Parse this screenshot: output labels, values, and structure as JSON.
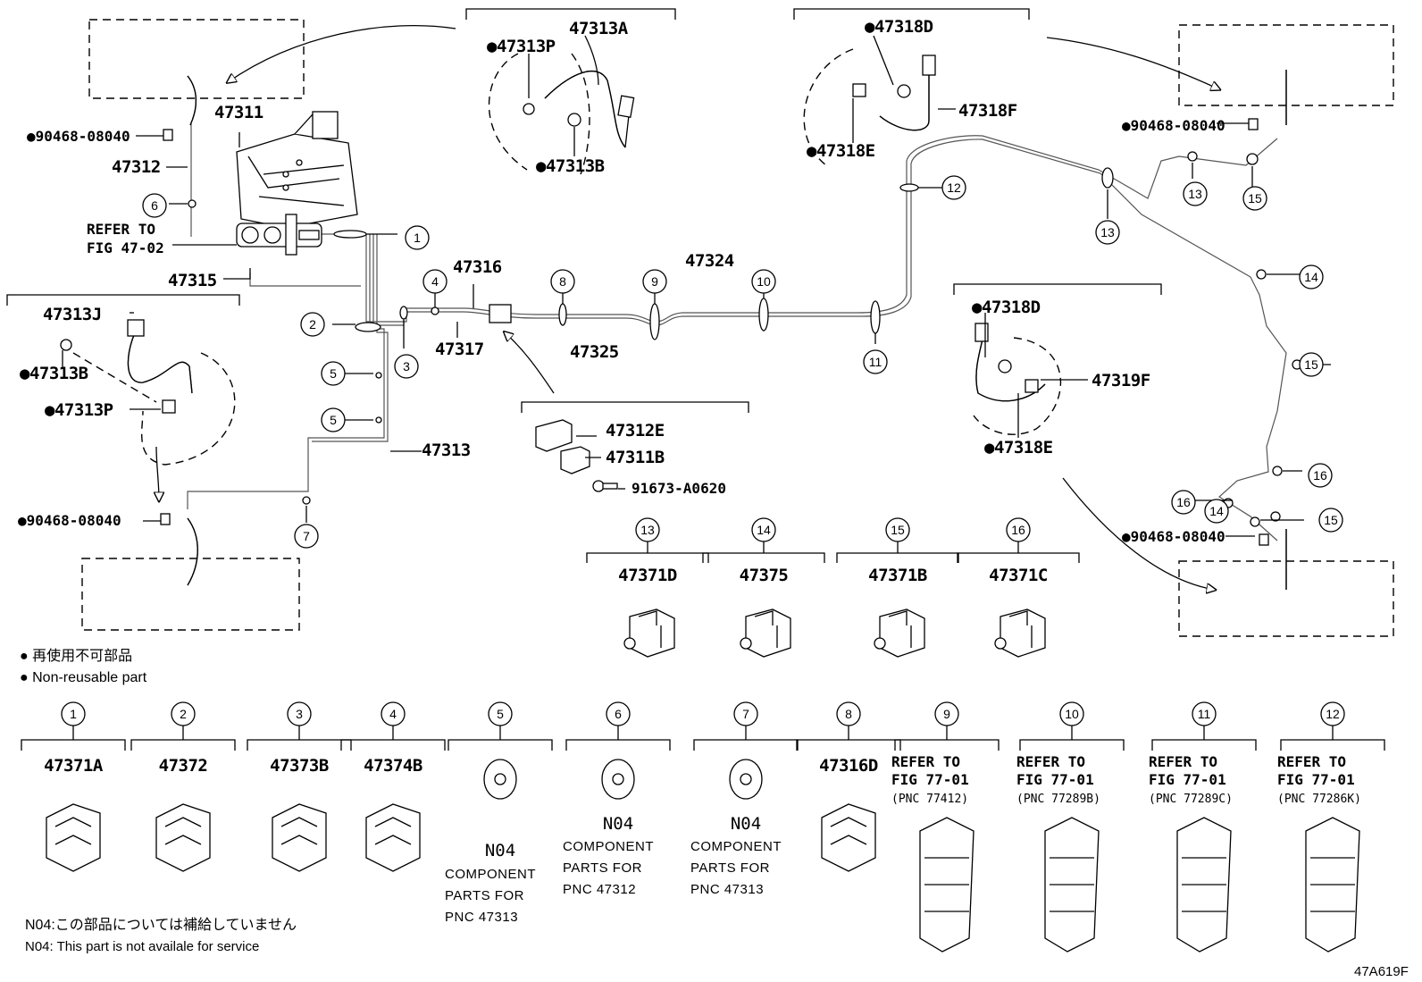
{
  "labels": {
    "p47313A": "47313A",
    "p47313P_top": "●47313P",
    "p47313B_top": "●47313B",
    "p47318D_top": "●47318D",
    "p47318F": "47318F",
    "p47318E_top": "●47318E",
    "p90468_a": "●90468-08040",
    "p90468_b": "●90468-08040",
    "p90468_c": "●90468-08040",
    "p90468_d": "●90468-08040",
    "p47311": "47311",
    "p47312": "47312",
    "refer_a": "REFER TO",
    "refer_b": "FIG 47-02",
    "p47315": "47315",
    "p47313J": "47313J",
    "p47313B_left": "●47313B",
    "p47313P_left": "●47313P",
    "p47316": "47316",
    "p47317": "47317",
    "p47324": "47324",
    "p47325": "47325",
    "p47313": "47313",
    "p47312E": "47312E",
    "p47311B": "47311B",
    "p91673": "91673-A0620",
    "p47318D_mid": "●47318D",
    "p47319F": "47319F",
    "p47318E_mid": "●47318E",
    "legend_jp": "● 再使用不可部品",
    "legend_en": "● Non-reusable part",
    "foot_jp": "N04:この部品については補給していません",
    "foot_en": "N04: This part is not availale for service",
    "figure_id": "47A619F"
  },
  "callouts": [
    "1",
    "2",
    "3",
    "4",
    "5",
    "5",
    "6",
    "7",
    "8",
    "9",
    "10",
    "11",
    "12",
    "13",
    "13",
    "14",
    "14",
    "15",
    "15",
    "15",
    "16",
    "16"
  ],
  "clip_row_top": [
    {
      "num": "13",
      "part": "47371D"
    },
    {
      "num": "14",
      "part": "47375"
    },
    {
      "num": "15",
      "part": "47371B"
    },
    {
      "num": "16",
      "part": "47371C"
    }
  ],
  "clip_row_bottom": [
    {
      "num": "1",
      "part": "47371A"
    },
    {
      "num": "2",
      "part": "47372"
    },
    {
      "num": "3",
      "part": "47373B"
    },
    {
      "num": "4",
      "part": "47374B"
    },
    {
      "num": "5",
      "n04": "N04",
      "lines": [
        "COMPONENT",
        "PARTS FOR",
        "PNC 47313"
      ]
    },
    {
      "num": "6",
      "n04": "N04",
      "lines": [
        "COMPONENT",
        "PARTS FOR",
        "PNC 47312"
      ]
    },
    {
      "num": "7",
      "n04": "N04",
      "lines": [
        "COMPONENT",
        "PARTS FOR",
        "PNC 47313"
      ]
    },
    {
      "num": "8",
      "part": "47316D"
    },
    {
      "num": "9",
      "lines": [
        "REFER TO",
        "FIG 77-01",
        "(PNC 77412)"
      ]
    },
    {
      "num": "10",
      "lines": [
        "REFER TO",
        "FIG 77-01",
        "(PNC 77289B)"
      ]
    },
    {
      "num": "11",
      "lines": [
        "REFER TO",
        "FIG 77-01",
        "(PNC 77289C)"
      ]
    },
    {
      "num": "12",
      "lines": [
        "REFER TO",
        "FIG 77-01",
        "(PNC 77286K)"
      ]
    }
  ]
}
